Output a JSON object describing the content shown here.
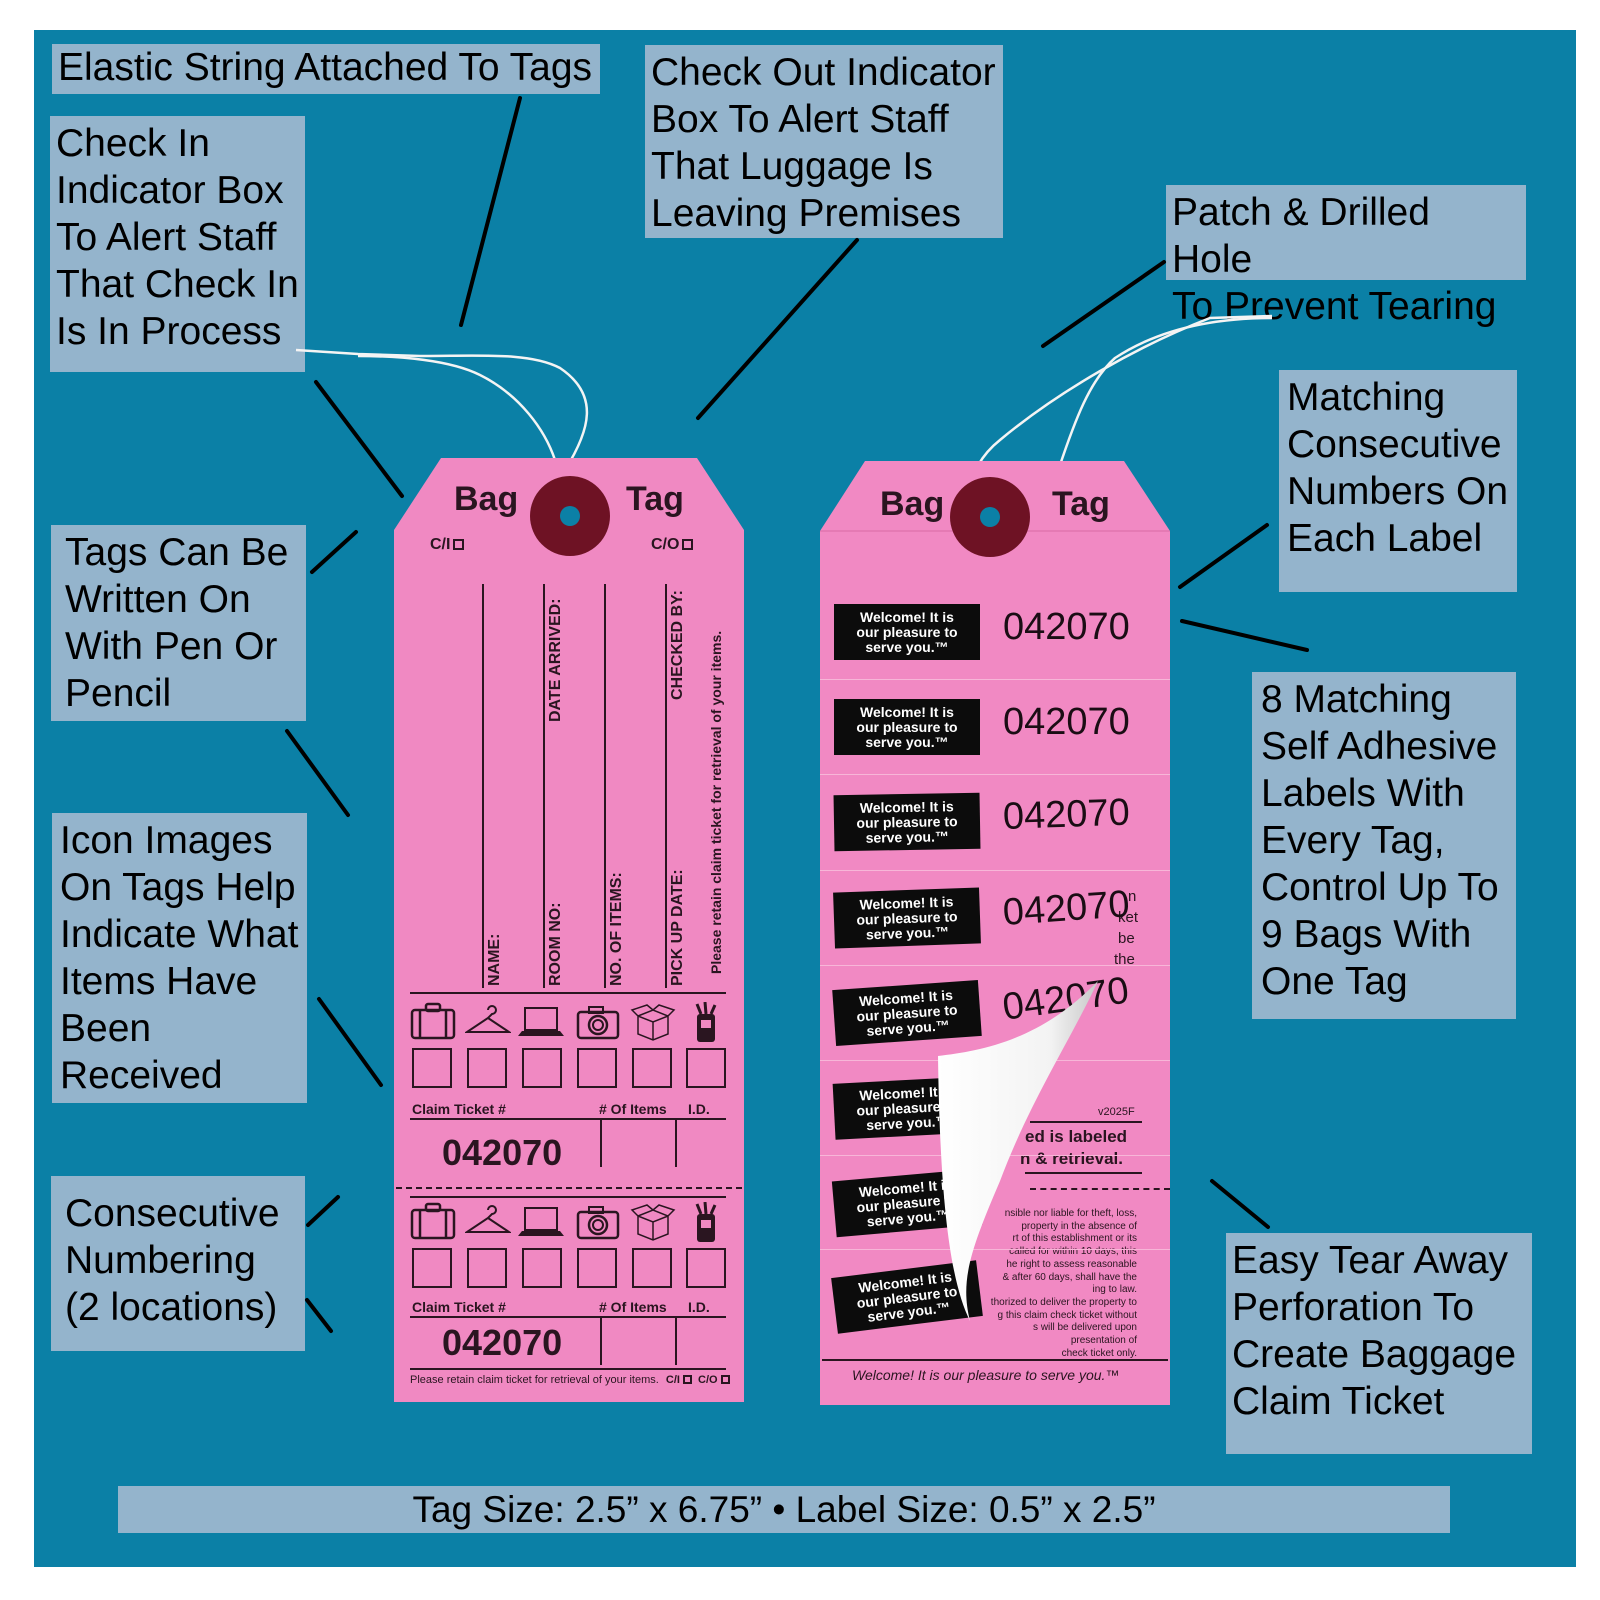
{
  "colors": {
    "background": "#0b80a6",
    "callout_bg": "#94b4cc",
    "tag_pink": "#f089c2",
    "grommet": "#6e1224",
    "label_black": "#0c0c0c"
  },
  "callouts": {
    "elastic_string": "Elastic String Attached To Tags",
    "check_in": "Check In\nIndicator Box\nTo Alert Staff\nThat Check In\nIs In Process",
    "check_out": "Check Out Indicator\nBox To Alert Staff\nThat Luggage Is\nLeaving Premises",
    "patch_hole": "Patch & Drilled Hole\nTo Prevent Tearing",
    "matching_numbers": "Matching\nConsecutive\nNumbers On\nEach Label",
    "writable": "Tags Can Be\nWritten On\nWith Pen Or\nPencil",
    "eight_labels": "8 Matching\nSelf Adhesive\nLabels With\nEvery Tag,\nControl Up To\n9 Bags With\nOne Tag",
    "icon_images": "Icon Images\nOn Tags Help\nIndicate What\nItems Have\nBeen\nReceived",
    "consecutive": "Consecutive\nNumbering\n(2 locations)",
    "tear_away": "Easy Tear Away\nPerforation To\nCreate Baggage\nClaim Ticket"
  },
  "footer": "Tag Size: 2.5” x 6.75” • Label Size: 0.5” x 2.5”",
  "front_tag": {
    "title_left": "Bag",
    "title_right": "Tag",
    "checkin_label": "C/I",
    "checkout_label": "C/O",
    "fields": [
      "NAME:",
      "DATE ARRIVED:",
      "ROOM NO:",
      "NO. OF ITEMS:",
      "CHECKED BY:",
      "PICK UP DATE:"
    ],
    "retain_note": "Please retain claim ticket for retrieval of your items.",
    "icons": [
      "luggage-icon",
      "hanger-icon",
      "laptop-icon",
      "camera-icon",
      "box-icon",
      "golf-bag-icon"
    ],
    "claim_ticket_label": "Claim Ticket #",
    "items_label": "# Of Items",
    "id_label": "I.D.",
    "claim_number": "042070",
    "stub_footer": "Please retain claim ticket for retrieval of your items.",
    "stub_ci": "C/I",
    "stub_co": "C/O"
  },
  "back_tag": {
    "title_left": "Bag",
    "title_right": "Tag",
    "label_text_line1": "Welcome! It is",
    "label_text_line2": "our pleasure to",
    "label_text_line3": "serve you.™",
    "label_number": "042070",
    "label_count": 8,
    "version": "v2025F",
    "heading_line1": "ed is labeled",
    "heading_line2": "n & retrieval.",
    "partial_text_1": "n",
    "partial_text_2": "ket",
    "partial_text_3": "be",
    "partial_text_4": "the",
    "disclaimer_lines": [
      "nsible nor liable for theft, loss,",
      "property in the absence of",
      "rt of this establishment or its",
      "called for within 10 days, this",
      "he right to assess reasonable",
      "& after 60 days, shall have the",
      "ing to law.",
      "thorized to deliver the property to",
      "g this claim check ticket without",
      "s will be delivered upon presentation of",
      "check ticket only."
    ],
    "bottom_slogan": "Welcome! It is our pleasure to serve you.™"
  }
}
